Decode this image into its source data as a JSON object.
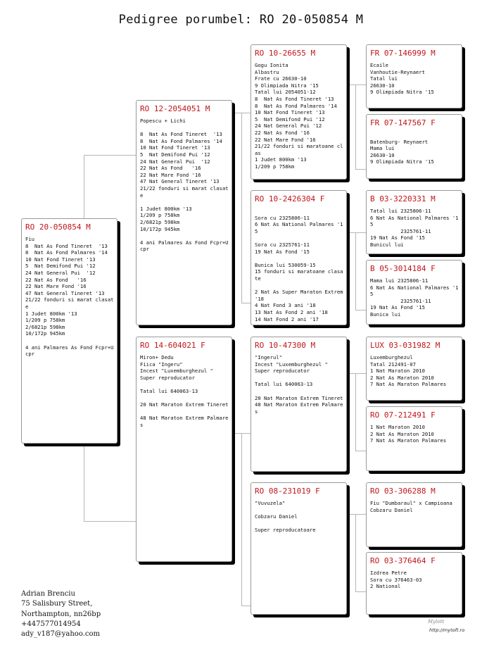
{
  "title": "Pedigree porumbel: RO 20-050854 M",
  "main": {
    "ring": "RO 20-050854 M",
    "lines": [
      "Fiu",
      "8  Nat As Fond Tineret  '13",
      "8  Nat As Fond Palmares '14",
      "10 Nat Fond Tineret '13",
      "5  Nat Demifond Pui '12",
      "24 Nat General Pui  '12",
      "22 Nat As Fond   '16",
      "22 Nat Mare Fond '16",
      "47 Nat General Tineret '13",
      "21/22 fonduri si marat clasate",
      "1 Judet 800km '13",
      "1/209 p 758km",
      "2/6821p 598km",
      "10/172p 945km",
      "",
      "4 ani Palmares As Fond Fcpr+Ucpr"
    ]
  },
  "sire": {
    "ring": "RO 12-2054051 M",
    "lines": [
      "Popescu + Lichi",
      "",
      "8  Nat As Fond Tineret  '13",
      "8  Nat As Fond Palmares '14",
      "10 Nat Fond Tineret '13",
      "5  Nat Demifond Pui '12",
      "24 Nat General Pui  '12",
      "22 Nat As Fond   '16",
      "22 Nat Mare Fond '16",
      "47 Nat General Tineret '13",
      "21/22 fonduri si marat clasate",
      "",
      "1 Judet 800km '13",
      "1/209 p 758km",
      "2/6821p 598km",
      "10/172p 945km",
      "",
      "4 ani Palmares As Fond Fcpr+Ucpr"
    ]
  },
  "dam": {
    "ring": "RO 14-604021 F",
    "lines": [
      "Miron+ Dedu",
      "Fiica \"Ingeru\"",
      "Incest \"Luxemburghezul \"",
      "Super reproducator",
      "",
      "Tatal lui 640063-13",
      "",
      "20 Nat Maraton Extrem Tineret",
      "",
      "48 Nat Maraton Extrem Palmares"
    ]
  },
  "ss": {
    "ring": "RO 10-26655 M",
    "lines": [
      "Gogu Ionita",
      "Albastru",
      "Frate cu 26630-10",
      "9 Olimpiada Nitra '15",
      "Tatal lui 2054051-12",
      "8  Nat As Fond Tineret '13",
      "8  Nat As Fond Palmares '14",
      "10 Nat Fond Tineret '13",
      "5  Nat Demifond Pui '12",
      "24 Nat General Pui '12",
      "22 Nat As Fond '16",
      "22 Nat Mare Fond '16",
      "21/22 fonduri si maratoane clas",
      "1 Judet 800km '13",
      "1/209 p 758km"
    ]
  },
  "sd": {
    "ring": "RO 10-2426304 F",
    "lines": [
      "",
      "Sora cu 2325806-11",
      "6 Nat As National Palmares '15",
      "",
      "Sora cu 2325761-11",
      "19 Nat As Fond '15",
      "",
      "Bunica lui 530059-15",
      "15 fonduri si maratoane clasate",
      "",
      "2 Nat As Super Maraton Extrem '18",
      "4 Nat Fond 3 ani '18",
      "13 Nat As Fond 2 ani '18",
      "14 Nat Fond 2 ani '17"
    ]
  },
  "ds": {
    "ring": "RO 10-47300 M",
    "lines": [
      "\"Ingerul\"",
      "Incest \"Luxemburghezul \"",
      "Super reproducator",
      "",
      "Tatal lui 640063-13",
      "",
      "20 Nat Maraton Extrem Tineret",
      "48 Nat Maraton Extrem Palmares"
    ]
  },
  "dd": {
    "ring": "RO 08-231019 F",
    "lines": [
      "\"Vuvuzela\"",
      "",
      "Cobzaru Daniel",
      "",
      "Super reproducatoare"
    ]
  },
  "sss": {
    "ring": "FR 07-146999 M",
    "lines": [
      "Ecaile",
      "Vanhoutie-Reynaert",
      "Tatal lui",
      "26630-10",
      "9 Olimpiada Nitra '15"
    ]
  },
  "ssd": {
    "ring": "FR 07-147567 F",
    "lines": [
      "",
      "Batenburg- Reynaert",
      "Mama lui",
      "26630-10",
      "9 Olimpiada Nitra '15"
    ]
  },
  "sds": {
    "ring": "B 03-3220331 M",
    "lines": [
      "Tatal lui 2325806-11",
      "6 Nat As National Palmares '15",
      "          2325761-11",
      "19 Nat As Fond '15",
      "Bunicul lui"
    ]
  },
  "sdd": {
    "ring": "B 05-3014184 F",
    "lines": [
      "Mama lui 2325806-11",
      "6 Nat As National Palmares '15",
      "          2325761-11",
      "19 Nat As Fond '15",
      "Bunica lui"
    ]
  },
  "dss": {
    "ring": "LUX 03-031982 M",
    "lines": [
      "Luxemburghezul",
      "Tatal 212491-07",
      "1 Nat Maraton 2010",
      "2 Nat As Maraton 2010",
      "7 Nat As Maraton Palmares"
    ]
  },
  "dsd": {
    "ring": "RO 07-212491 F",
    "lines": [
      "1 Nat Maraton 2010",
      "2 Nat As Maraton 2010",
      "7 Nat As Maraton Palmares"
    ]
  },
  "dds": {
    "ring": "RO 03-306288 M",
    "lines": [
      "Fiu \"Dumbaraul\" x Campioana",
      "Cobzaru Daniel"
    ]
  },
  "ddd": {
    "ring": "RO 03-376464 F",
    "lines": [
      "Izdrea Petre",
      "Sora cu 376463-03",
      "2 National"
    ]
  },
  "contact": [
    "Adrian Brenciu",
    "75 Salisbury Street,",
    "Northampton, nn26bp",
    "+447577014954",
    "ady_v187@yahoo.com"
  ],
  "signature": "Mylott",
  "footer_url": "http://mytoft.ro",
  "colors": {
    "ring_text": "#c0151a",
    "shadow": "#000000",
    "connector": "#b5b5b5"
  }
}
